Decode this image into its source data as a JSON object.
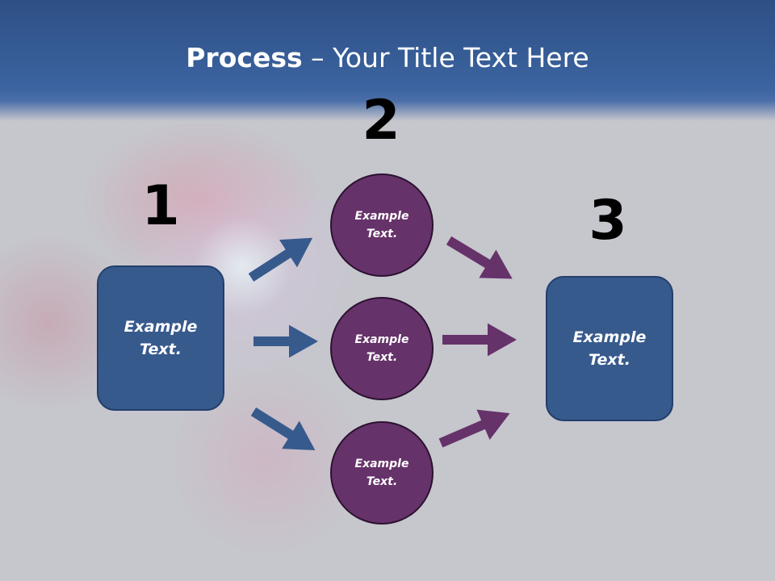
{
  "title": {
    "bold": "Process",
    "rest": " – Your Title Text Here"
  },
  "steps": [
    {
      "number": "1",
      "boxes": [
        "Example\nText."
      ]
    },
    {
      "number": "2",
      "circles": [
        "Example\nText.",
        "Example\nText.",
        "Example\nText."
      ]
    },
    {
      "number": "3",
      "boxes": [
        "Example\nText."
      ]
    }
  ],
  "labels": {
    "box1": "Example Text.",
    "circle1": "Example Text.",
    "circle2": "Example Text.",
    "circle3": "Example Text.",
    "box3": "Example Text."
  },
  "colors": {
    "blue": "#375a8d",
    "purple": "#66326a",
    "header": "#3c64a0"
  }
}
